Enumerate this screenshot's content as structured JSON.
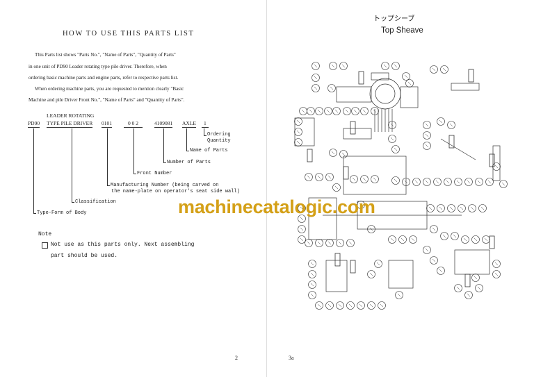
{
  "left_page": {
    "title": "HOW TO USE THIS PARTS LIST",
    "paragraph": [
      "This Parts list shows \"Parts No.\", \"Name of Parts\", \"Quantity of Parts\"",
      "in one unit of PD90 Leader rotating type pile driver.  Therefore, when",
      "ordering basic machine parts and engine parts,  refer to respective parts list.",
      "When ordering machine parts, you are requested to mention clearly \"Basic",
      "Machine and pile Driver Front No.\", \"Name of Parts\" and \"Quantity of Parts\"."
    ],
    "example": {
      "header_line1": "LEADER ROTATING",
      "type": "PD90",
      "classification": "TYPE PILE DRIVER",
      "manufacturing": "0101",
      "front": "0 0 2",
      "number": "4109081",
      "name": "AXLE",
      "qty": "1"
    },
    "legend": {
      "ordering_quantity": [
        "Ordering",
        "Quantity"
      ],
      "name_of_parts": "Name of Parts",
      "number_of_parts": "Number of Parts",
      "front_number": "Front Number",
      "manufacturing_number": [
        "Manufacturing Number (being carved on",
        "the name-plate on operator's seat side wall)"
      ],
      "classification": "Classification",
      "type_form": "Type-Form of Body"
    },
    "note": {
      "heading": "Note",
      "line1": "Not use as this parts only.  Next assembling",
      "line2": "part should be used."
    },
    "page_number": "2"
  },
  "right_page": {
    "title_jp": "トップシーブ",
    "title_en": "Top Sheave",
    "page_number": "3a"
  },
  "watermark": "machinecatalogic.com",
  "colors": {
    "watermark": "#d4a017",
    "ink": "#222222"
  }
}
